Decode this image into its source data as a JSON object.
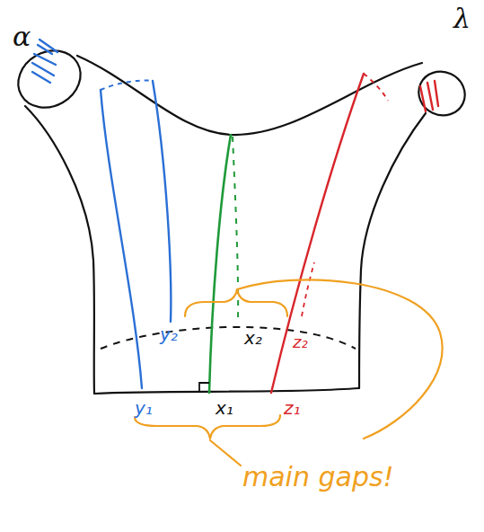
{
  "diagram": {
    "labels": [
      "α",
      "λ",
      "y₁",
      "y₂",
      "x₁",
      "x₂",
      "z₁",
      "z₂",
      "main gaps!"
    ]
  }
}
